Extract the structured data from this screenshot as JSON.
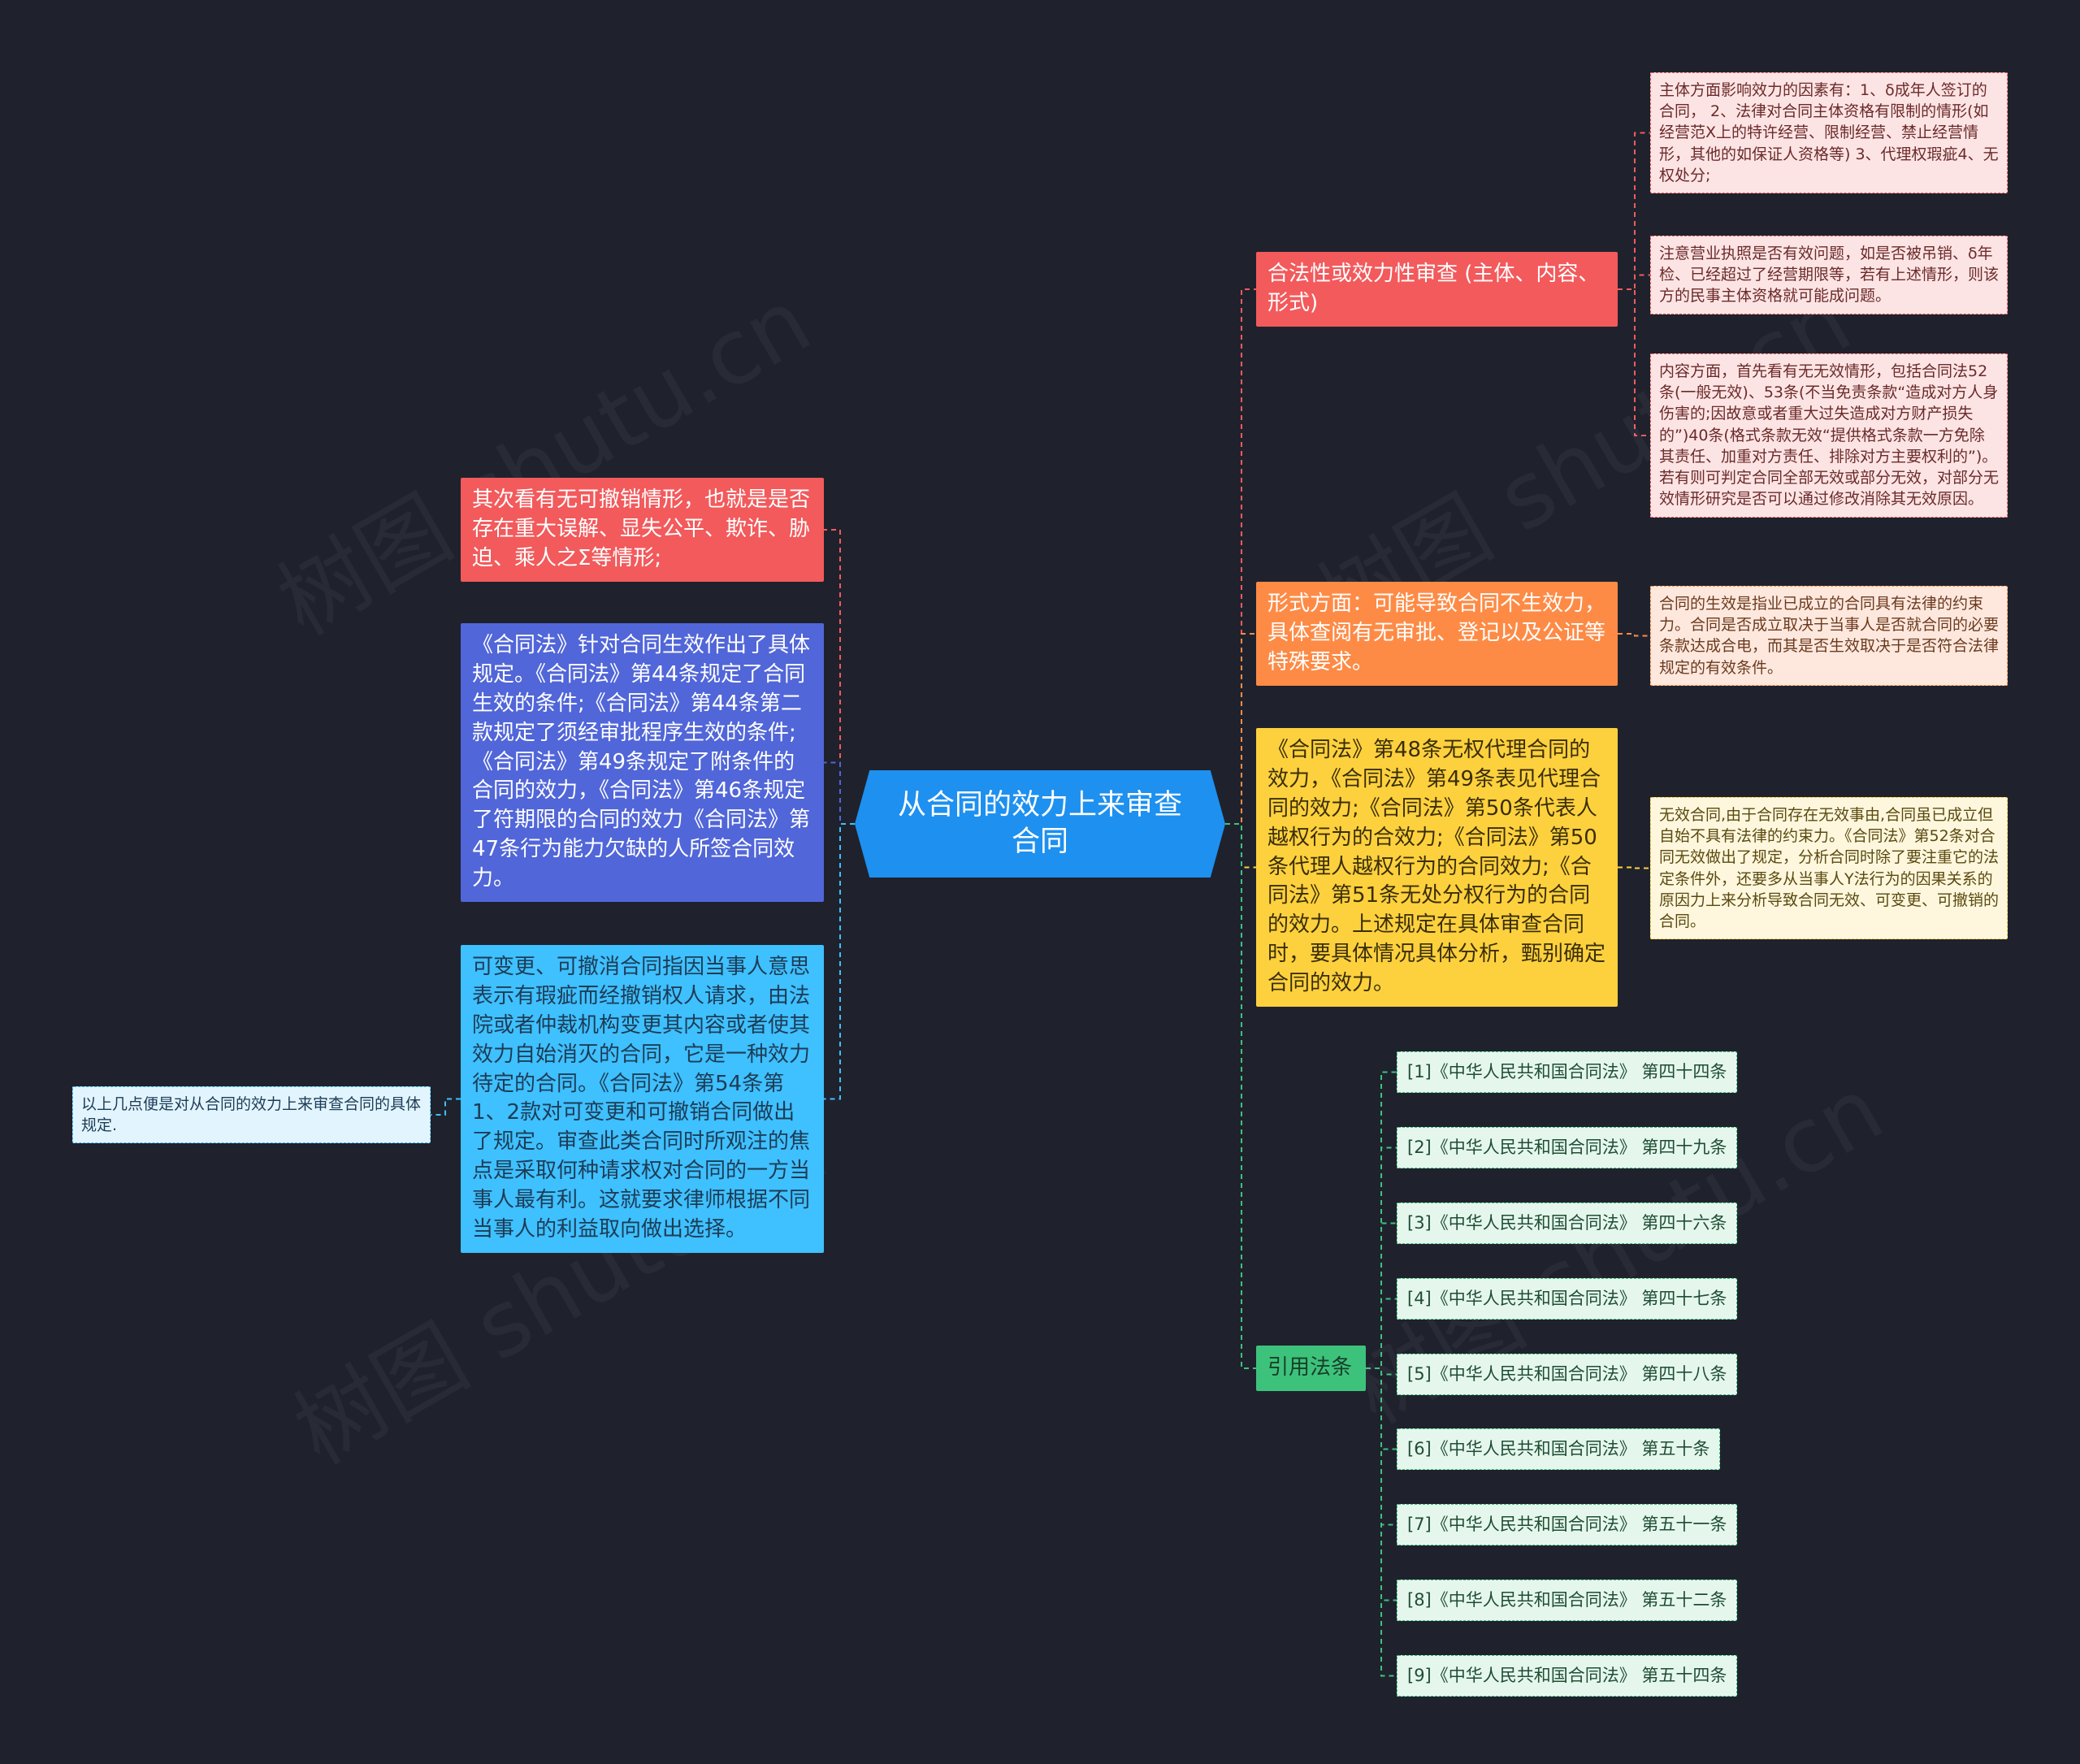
{
  "watermark": "树图 shutu.cn",
  "colors": {
    "background": "#1f222d",
    "central": "#1e90ef",
    "red": "#f25a5c",
    "orange": "#fd8b46",
    "yellow": "#fdd13e",
    "green": "#3dc27c",
    "blue_purple": "#5166d8",
    "cyan": "#3fc0ff",
    "pink_fill": "#fde4e4",
    "peach_fill": "#fee8dd",
    "cream_fill": "#fef7dd",
    "mint_fill": "#e5f7ed",
    "ice_fill": "#e2f5ff"
  },
  "central": {
    "text": "从合同的效力上来审查合同"
  },
  "left": {
    "revocable": "其次看有无可撤销情形，也就是是否存在重大误解、显失公平、欺诈、胁迫、乘人之Σ等情形;",
    "effect_rules": "《合同法》针对合同生效作出了具体规定。《合同法》第44条规定了合同生效的条件;《合同法》第44条第二款规定了须经审批程序生效的条件; 《合同法》第49条规定了附条件的合同的效力，《合同法》第46条规定了符期限的合同的效力《合同法》第47条行为能力欠缺的人所签合同效力。",
    "changeable": "可变更、可撤消合同指因当事人意思表示有瑕疵而经撤销权人请求，由法院或者仲裁机构变更其内容或者使其效力自始消灭的合同，它是一种效力待定的合同。《合同法》第54条第1、2款对可变更和可撤销合同做出了规定。审查此类合同时所观注的焦点是采取何种请求权对合同的一方当事人最有利。这就要求律师根据不同当事人的利益取向做出选择。",
    "conclusion": "以上几点便是对从合同的效力上来审查合同的具体规定."
  },
  "right": {
    "legality": {
      "title": "合法性或效力性审查 (主体、内容、形式)",
      "children": [
        "主体方面影响效力的因素有：1、δ成年人签订的合同， 2、法律对合同主体资格有限制的情形(如经营范X上的特许经营、限制经营、禁止经营情形，其他的如保证人资格等) 3、代理权瑕疵4、无权处分;",
        "注意营业执照是否有效问题，如是否被吊销、δ年检、已经超过了经营期限等，若有上述情形，则该方的民事主体资格就可能成问题。",
        "内容方面，首先看有无无效情形，包括合同法52条(一般无效)、53条(不当免责条款“造成对方人身伤害的;因故意或者重大过失造成对方财产损失的”)40条(格式条款无效“提供格式条款一方免除其责任、加重对方责任、排除对方主要权利的”)。若有则可判定合同全部无效或部分无效，对部分无效情形研究是否可以通过修改消除其无效原因。"
      ]
    },
    "form": {
      "title": "形式方面：可能导致合同不生效力，具体查阅有无审批、登记以及公证等特殊要求。",
      "child": "合同的生效是指业已成立的合同具有法律的约束力。合同是否成立取决于当事人是否就合同的必要条款达成合电，而其是否生效取决于是否符合法律规定的有效条件。"
    },
    "agency": {
      "title": "《合同法》第48条无权代理合同的效力，《合同法》第49条表见代理合同的效力;《合同法》第50条代表人越权行为的合效力;《合同法》第50条代理人越权行为的合同效力;《合同法》第51条无处分权行为的合同的效力。上述规定在具体审查合同时，要具体情况具体分析，甄别确定合同的效力。",
      "child": "无效合同,由于合同存在无效事由,合同虽已成立但自始不具有法律的约束力。《合同法》第52条对合同无效做出了规定，分析合同时除了要注重它的法定条件外，还要多从当事人Y法行为的因果关系的原因力上来分析导致合同无效、可变更、可撤销的合同。"
    },
    "citations": {
      "title": "引用法条",
      "items": [
        "[1]《中华人民共和国合同法》 第四十四条",
        "[2]《中华人民共和国合同法》 第四十九条",
        "[3]《中华人民共和国合同法》 第四十六条",
        "[4]《中华人民共和国合同法》 第四十七条",
        "[5]《中华人民共和国合同法》 第四十八条",
        "[6]《中华人民共和国合同法》 第五十条",
        "[7]《中华人民共和国合同法》 第五十一条",
        "[8]《中华人民共和国合同法》 第五十二条",
        "[9]《中华人民共和国合同法》 第五十四条"
      ]
    }
  }
}
